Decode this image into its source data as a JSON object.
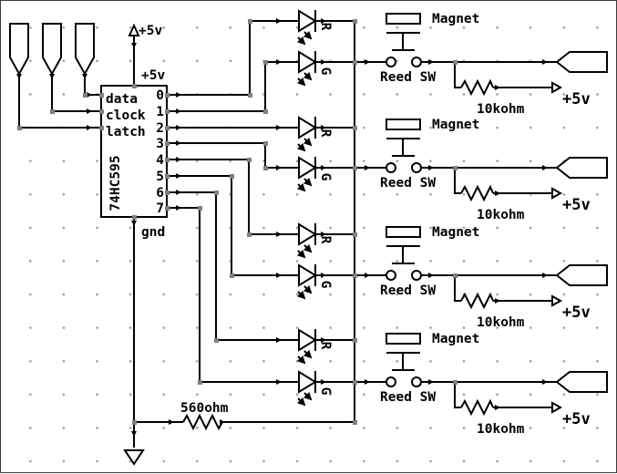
{
  "colors": {
    "wire": "#000000",
    "junction": "#808080",
    "grid_dot": "#9a9a9a",
    "background": "#ffffff"
  },
  "power": {
    "top_rail_label": "+5v"
  },
  "ic": {
    "part": "74HC595",
    "top_pin": "+5v",
    "bottom_pin": "gnd",
    "left_pins": [
      "data",
      "clock",
      "latch"
    ],
    "output_pins": [
      "0",
      "1",
      "2",
      "3",
      "4",
      "5",
      "6",
      "7"
    ]
  },
  "series_resistor": {
    "label": "560ohm"
  },
  "channels": [
    {
      "red_led": "R",
      "green_led": "G",
      "magnet": "Magnet",
      "reed_switch": "Reed SW",
      "pullup_resistor": "10kohm",
      "pullup_rail": "+5v"
    },
    {
      "red_led": "R",
      "green_led": "G",
      "magnet": "Magnet",
      "reed_switch": "Reed SW",
      "pullup_resistor": "10kohm",
      "pullup_rail": "+5v"
    },
    {
      "red_led": "R",
      "green_led": "G",
      "magnet": "Magnet",
      "reed_switch": "Reed SW",
      "pullup_resistor": "10kohm",
      "pullup_rail": "+5v"
    },
    {
      "red_led": "R",
      "green_led": "G",
      "magnet": "Magnet",
      "reed_switch": "Reed SW",
      "pullup_resistor": "10kohm",
      "pullup_rail": "+5v"
    }
  ]
}
